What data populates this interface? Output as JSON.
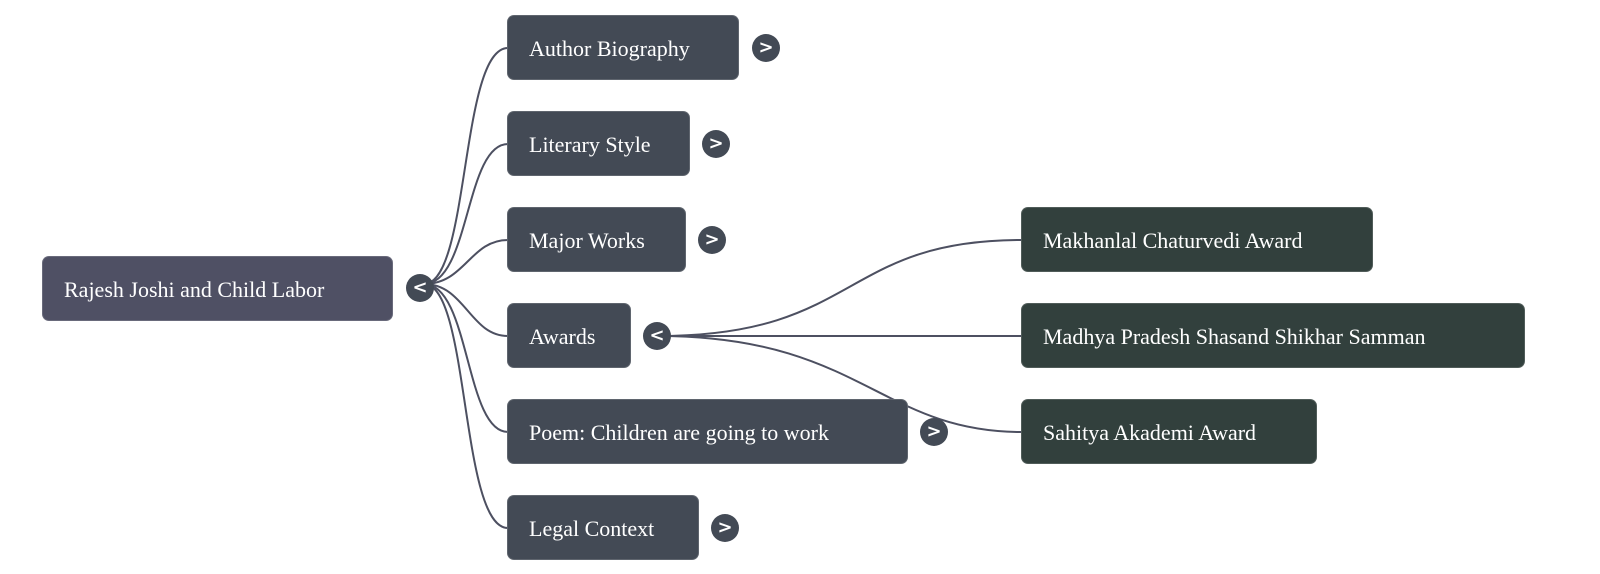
{
  "colors": {
    "root_bg": "#4f5064",
    "branch_bg": "#434a55",
    "leaf_bg": "#32403d",
    "edge": "#4d5061",
    "toggle_bg": "#434a55"
  },
  "root": {
    "label": "Rajesh Joshi and Child Labor",
    "toggle": "<",
    "expanded": true
  },
  "branches": [
    {
      "label": "Author Biography",
      "toggle": ">",
      "expanded": false
    },
    {
      "label": "Literary Style",
      "toggle": ">",
      "expanded": false
    },
    {
      "label": "Major Works",
      "toggle": ">",
      "expanded": false
    },
    {
      "label": "Awards",
      "toggle": "<",
      "expanded": true,
      "children": [
        {
          "label": "Makhanlal Chaturvedi Award"
        },
        {
          "label": "Madhya Pradesh Shasand Shikhar Samman"
        },
        {
          "label": "Sahitya Akademi Award"
        }
      ]
    },
    {
      "label": "Poem: Children are going to work",
      "toggle": ">",
      "expanded": false
    },
    {
      "label": "Legal Context",
      "toggle": ">",
      "expanded": false
    }
  ]
}
